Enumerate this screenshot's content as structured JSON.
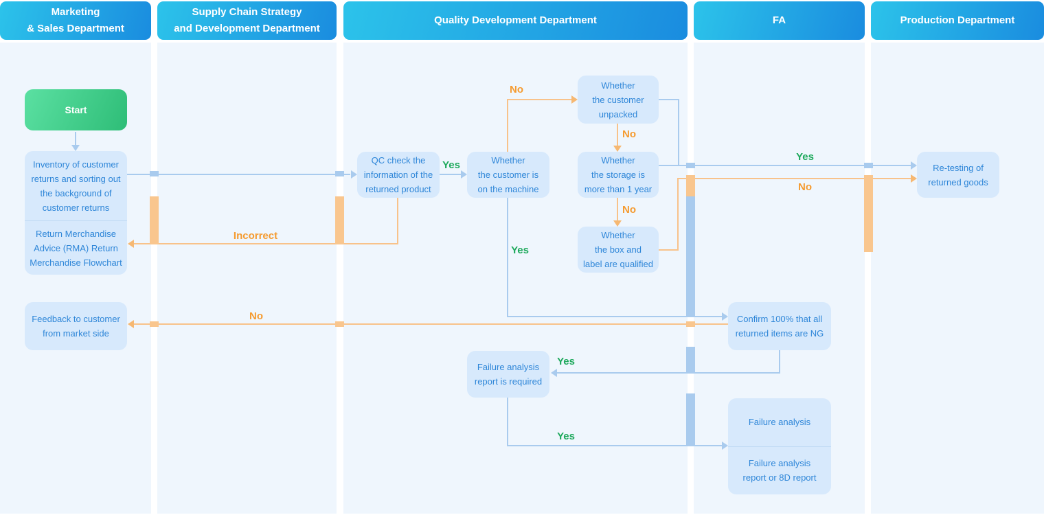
{
  "title": "Return Merchandise Advice (RMA) Return Merchandise Flowchart",
  "lanes": [
    {
      "label": "Marketing\n& Sales Department"
    },
    {
      "label": "Supply Chain Strategy\nand Development Department"
    },
    {
      "label": "Quality Development Department"
    },
    {
      "label": "FA"
    },
    {
      "label": "Production Department"
    }
  ],
  "nodes": {
    "start": "Start",
    "inventory": "Inventory of customer\nreturns and sorting out\nthe background of\ncustomer returns",
    "rma": "Return Merchandise\nAdvice (RMA) Return\nMerchandise Flowchart",
    "feedback": "Feedback to customer\nfrom market side",
    "qc_check": "QC check the\ninformation of the\nreturned product",
    "customer_on_machine": "Whether\nthe customer is\non the machine",
    "customer_unpacked": "Whether\nthe customer\nunpacked",
    "storage_more_than_1_year": "Whether\nthe storage is\nmore than 1 year",
    "box_label_qualified": "Whether\nthe box and\nlabel are qualified",
    "confirm_ng": "Confirm 100% that all\nreturned items are NG",
    "report_required": "Failure analysis\nreport is required",
    "failure_analysis": "Failure analysis",
    "failure_report": "Failure analysis\nreport or 8D report",
    "retesting": "Re-testing of\nreturned goods"
  },
  "edges": [
    {
      "from": "start",
      "to": "inventory",
      "label": "",
      "color": "blue"
    },
    {
      "from": "inventory",
      "to": "qc_check",
      "label": "",
      "color": "blue"
    },
    {
      "from": "qc_check",
      "to": "customer_on_machine",
      "label": "Yes",
      "color": "blue"
    },
    {
      "from": "customer_on_machine",
      "to": "customer_unpacked",
      "label": "No",
      "color": "orange"
    },
    {
      "from": "customer_unpacked",
      "to": "storage_more_than_1_year",
      "label": "No",
      "color": "orange"
    },
    {
      "from": "storage_more_than_1_year",
      "to": "box_label_qualified",
      "label": "No",
      "color": "orange"
    },
    {
      "from": "storage_more_than_1_year",
      "to": "retesting",
      "label": "Yes",
      "color": "blue"
    },
    {
      "from": "customer_unpacked",
      "to": "retesting",
      "label": "",
      "color": "blue"
    },
    {
      "from": "box_label_qualified",
      "to": "retesting",
      "label": "No",
      "color": "orange"
    },
    {
      "from": "customer_on_machine",
      "to": "confirm_ng",
      "label": "Yes",
      "color": "blue"
    },
    {
      "from": "qc_check",
      "to": "rma",
      "label": "Incorrect",
      "color": "orange"
    },
    {
      "from": "confirm_ng",
      "to": "feedback",
      "label": "No",
      "color": "orange"
    },
    {
      "from": "confirm_ng",
      "to": "report_required",
      "label": "Yes",
      "color": "blue"
    },
    {
      "from": "report_required",
      "to": "failure_analysis",
      "label": "Yes",
      "color": "blue"
    }
  ],
  "colors": {
    "lane_background": "#EFF6FD",
    "header_gradient_start": "#2CC3EA",
    "header_gradient_end": "#1A8CDF",
    "node_fill": "#D7E9FC",
    "node_text": "#2E86D8",
    "start_gradient_start": "#5BE0A2",
    "start_gradient_end": "#2EBD77",
    "line_blue": "#A9CBEE",
    "line_orange": "#F8C28A",
    "label_green": "#1EA95C",
    "label_orange": "#F59B30"
  }
}
